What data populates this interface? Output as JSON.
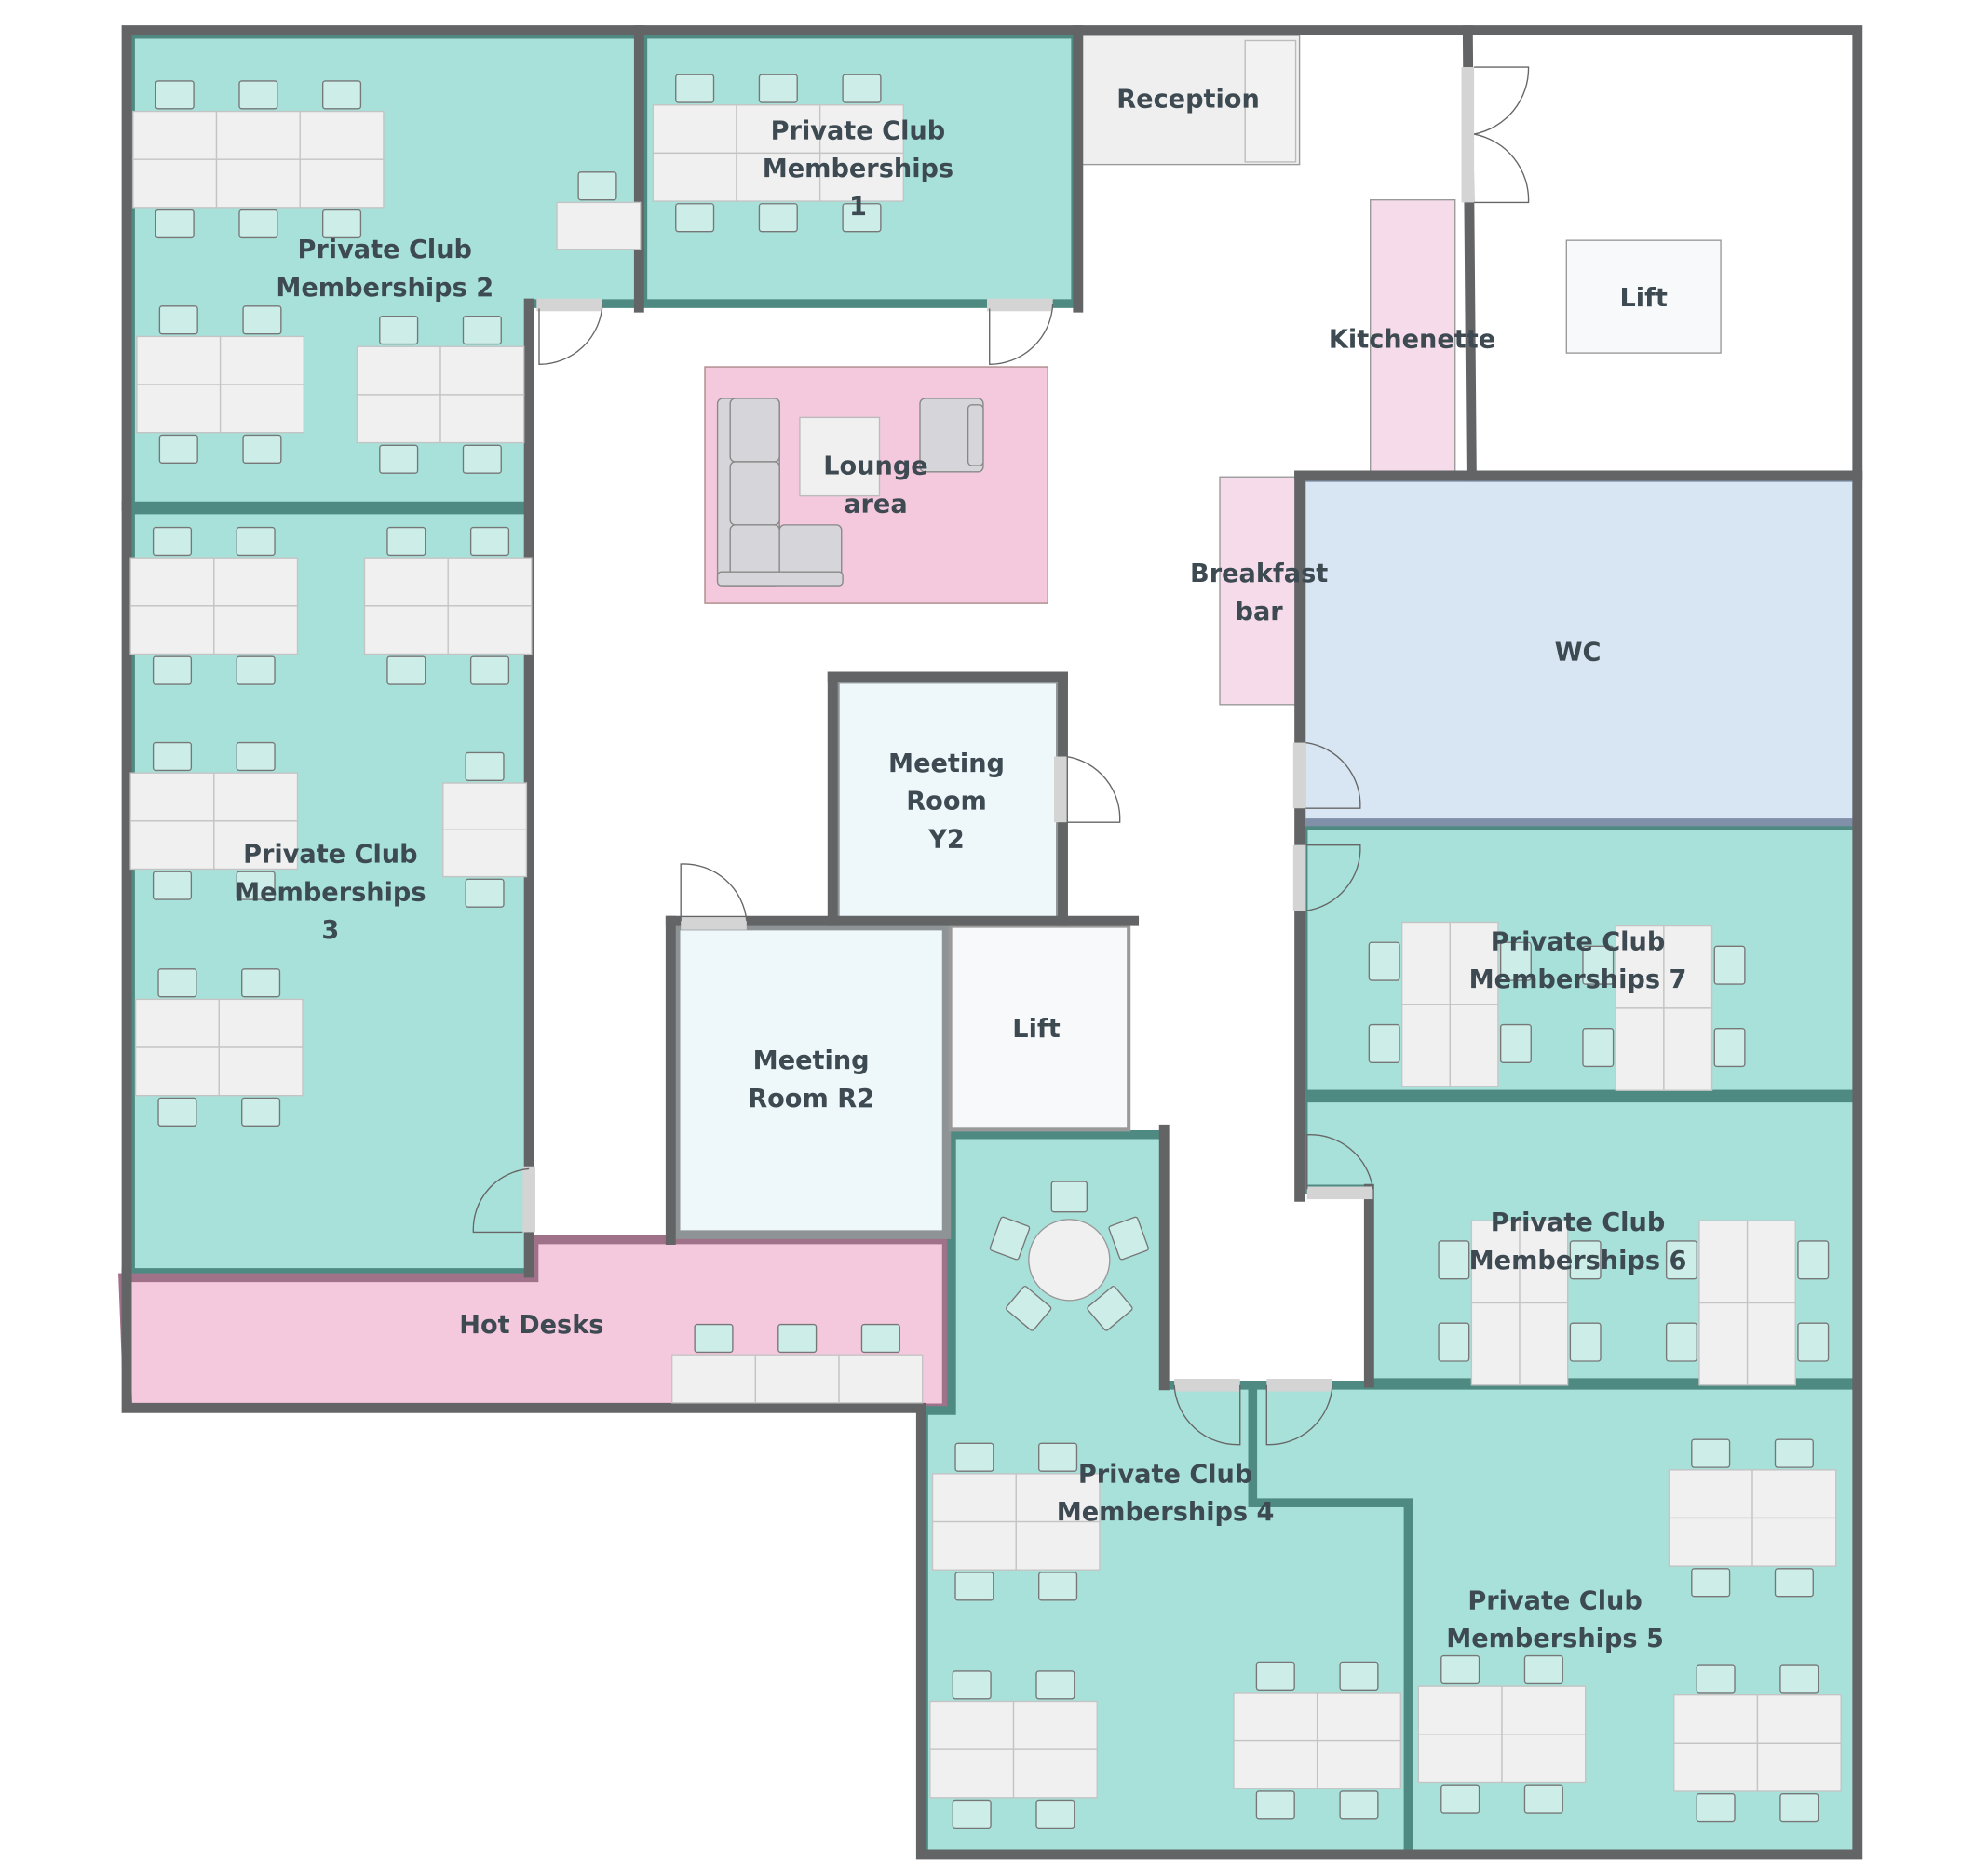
{
  "rooms": {
    "pcm1": [
      "Private Club",
      "Memberships",
      "1"
    ],
    "pcm2": [
      "Private Club",
      "Memberships 2"
    ],
    "pcm3": [
      "Private Club",
      "Memberships",
      "3"
    ],
    "pcm4": [
      "Private Club",
      "Memberships 4"
    ],
    "pcm5": [
      "Private Club",
      "Memberships 5"
    ],
    "pcm6": [
      "Private Club",
      "Memberships 6"
    ],
    "pcm7": [
      "Private Club",
      "Memberships 7"
    ],
    "reception": "Reception",
    "kitchenette": "Kitchenette",
    "lift_top": "Lift",
    "lift_center": "Lift",
    "lounge": [
      "Lounge",
      "area"
    ],
    "breakfast": [
      "Breakfast",
      "bar"
    ],
    "wc": "WC",
    "meeting_y2": [
      "Meeting",
      "Room",
      "Y2"
    ],
    "meeting_r2": [
      "Meeting",
      "Room R2"
    ],
    "hot_desks": "Hot Desks"
  },
  "colors": {
    "private_room": "#a8e1da",
    "shared_area": "#f4c8dd",
    "wc": "#d8e5f2",
    "meeting": "#eef7fa",
    "lift": "#f8f9fa",
    "wall": "#636466"
  }
}
